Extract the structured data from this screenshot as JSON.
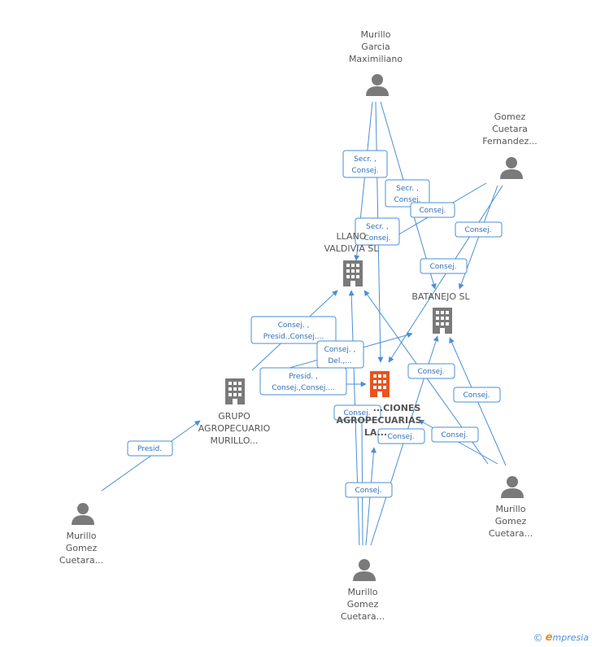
{
  "colors": {
    "edge": "#4a8fd6",
    "person": "#7a7a7a",
    "company": "#7a7a7a",
    "focus_company": "#e8531f"
  },
  "nodes": {
    "p_top": {
      "lines": [
        "Murillo",
        "Garcia",
        "Maximiliano"
      ],
      "icon": "person-icon"
    },
    "p_right_top": {
      "lines": [
        "Gomez",
        "Cuetara",
        "Fernandez..."
      ],
      "icon": "person-icon"
    },
    "c_llano": {
      "lines": [
        "LLANO",
        "VALDIVIA SL"
      ],
      "icon": "building-icon"
    },
    "c_batanejo": {
      "lines": [
        "BATANEJO SL"
      ],
      "icon": "building-icon"
    },
    "c_main": {
      "lines": [
        "...CIONES",
        "AGROPECUARIAS",
        "LA..."
      ],
      "icon": "building-icon"
    },
    "c_grupo": {
      "lines": [
        "GRUPO",
        "AGROPECUARIO",
        "MURILLO..."
      ],
      "icon": "building-icon"
    },
    "p_left": {
      "lines": [
        "Murillo",
        "Gomez",
        "Cuetara..."
      ],
      "icon": "person-icon"
    },
    "p_bottom": {
      "lines": [
        "Murillo",
        "Gomez",
        "Cuetara..."
      ],
      "icon": "person-icon"
    },
    "p_right_bottom": {
      "lines": [
        "Murillo",
        "Gomez",
        "Cuetara..."
      ],
      "icon": "person-icon"
    }
  },
  "roles": [
    {
      "lines": [
        "Secr. ,",
        "Consej."
      ]
    },
    {
      "lines": [
        "Secr. ,",
        "Consej."
      ]
    },
    {
      "lines": [
        "Consej."
      ]
    },
    {
      "lines": [
        "Secr. ,",
        "Consej."
      ]
    },
    {
      "lines": [
        "Consej."
      ]
    },
    {
      "lines": [
        "Consej."
      ]
    },
    {
      "lines": [
        "Consej. ,",
        "Presid.,Consej...."
      ]
    },
    {
      "lines": [
        "Consej. ,",
        "Del.,..."
      ]
    },
    {
      "lines": [
        "Presid. ,",
        "Consej.,Consej...."
      ]
    },
    {
      "lines": [
        "Consej."
      ]
    },
    {
      "lines": [
        "Consej."
      ]
    },
    {
      "lines": [
        "Consej."
      ]
    },
    {
      "lines": [
        "Consej."
      ]
    },
    {
      "lines": [
        "Consej."
      ]
    },
    {
      "lines": [
        "Presid."
      ]
    },
    {
      "lines": [
        "Consej."
      ]
    }
  ],
  "footer": {
    "copyright": "©",
    "brand_initial": "e",
    "brand_rest": "mpresia"
  }
}
